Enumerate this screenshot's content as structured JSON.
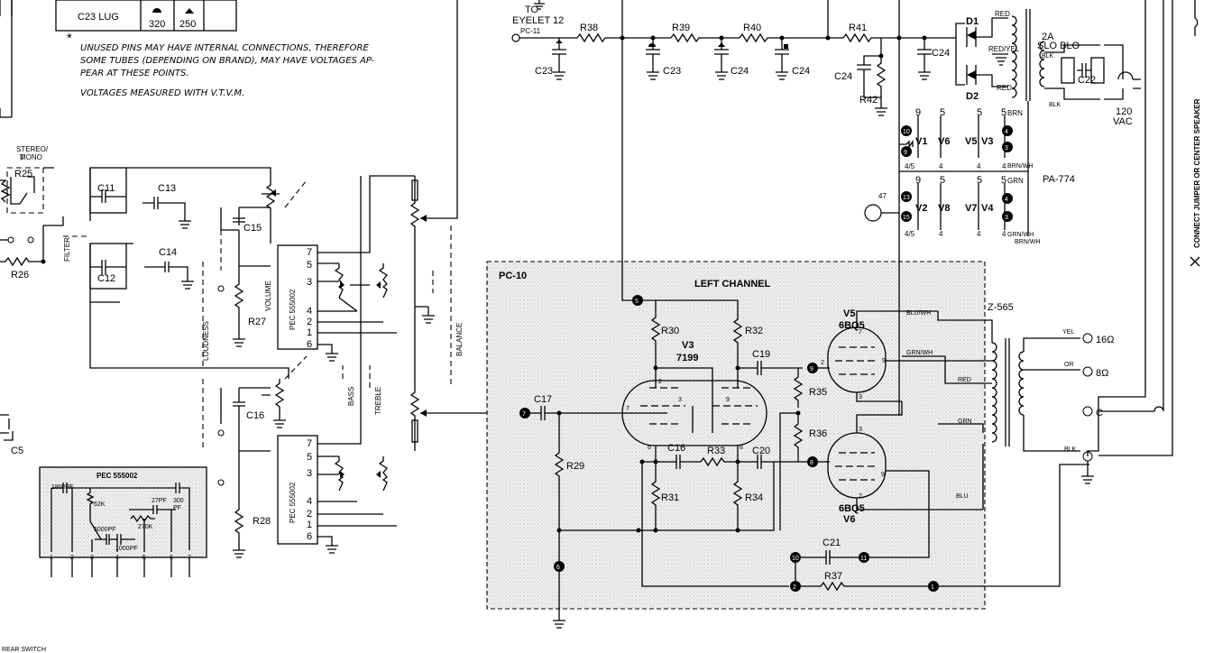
{
  "lug_row": {
    "label": "C23 LUG",
    "val1": "320",
    "val2": "250"
  },
  "notes": {
    "asterisk": "*",
    "line1": "UNUSED PINS MAY HAVE INTERNAL CONNECTIONS, THEREFORE",
    "line2": "SOME TUBES (DEPENDING ON BRAND), MAY HAVE VOLTAGES AP-",
    "line3": "PEAR AT THESE POINTS.",
    "line4": "VOLTAGES MEASURED  WITH V.T.V.M."
  },
  "eyelet": {
    "to": "TO",
    "label": "EYELET 12",
    "pc": "PC-11"
  },
  "power": {
    "R38": "R38",
    "R39": "R39",
    "R40": "R40",
    "R41": "R41",
    "R42": "R42",
    "C23a": "C23",
    "C23b": "C23",
    "C24a": "C24",
    "C24b": "C24",
    "C24c": "C24",
    "C24d": "C24",
    "D1": "D1",
    "D2": "D2",
    "red1": "RED",
    "redyel": "RED/YEL",
    "red2": "RED",
    "fuse_a": "2A",
    "fuse_b": "SLO BLO",
    "blk1": "BLK",
    "blk2": "BLK",
    "C22": "C22",
    "vac1": "120",
    "vac2": "VAC"
  },
  "heaters": {
    "pa": "PA-774",
    "v1": "V1",
    "v6": "V6",
    "v5": "V5",
    "v3": "V3",
    "v2": "V2",
    "v8": "V8",
    "v7": "V7",
    "v4": "V4",
    "p9a": "9",
    "p5a": "5",
    "p5b": "5",
    "p5c": "5",
    "brn": "BRN",
    "p10": "10",
    "p9b": "9",
    "p4a": "4",
    "p3a": "3",
    "p45a": "4/5",
    "p4b": "4",
    "p4c": "4",
    "p4d": "4",
    "brnwh": "BRN/WH",
    "p9c": "9",
    "p5d": "5",
    "p5e": "5",
    "p5f": "5",
    "grn": "GRN",
    "n47": "47",
    "p13": "13",
    "p15": "15",
    "p4e": "4",
    "p3b": "3",
    "p45b": "4/5",
    "p4f": "4",
    "p4g": "4",
    "p4h": "4",
    "grnwh": "GRN/WH"
  },
  "controls": {
    "stereo1": "STEREO/",
    "stereo2": "MONO",
    "stereo_n": "7",
    "R25": "R25",
    "R26": "R26",
    "filter": "FILTER",
    "C11": "C11",
    "C12": "C12",
    "C13": "C13",
    "C14": "C14",
    "C15": "C15",
    "C16": "C16",
    "C5": "C5",
    "volume": "VOLUME",
    "loudness": "LOUDNESS",
    "pec1": "PEC 555002",
    "pec2": "PEC 555002",
    "R27": "R27",
    "R28": "R28",
    "bass": "BASS",
    "treble": "TREBLE",
    "balance": "BALANCE",
    "pins1": [
      "7",
      "5",
      "3",
      "4",
      "2",
      "1",
      "6"
    ],
    "pins2": [
      "7",
      "5",
      "3",
      "4",
      "2",
      "1",
      "6"
    ]
  },
  "inset": {
    "title": "PEC 555002",
    "c1": "1800PF",
    "r1": "62K",
    "c2": "27PF",
    "c3a": "300",
    "c3b": "PF",
    "r2": "270K",
    "c4": "5000PF",
    "c5": "1000PF",
    "pins": [
      "1",
      "2",
      "3",
      "4",
      "5",
      "6",
      "7"
    ]
  },
  "amp": {
    "pc10": "PC-10",
    "title": "LEFT CHANNEL",
    "v3": "V3",
    "v3type": "7199",
    "R29": "R29",
    "R30": "R30",
    "R31": "R31",
    "R32": "R32",
    "R33": "R33",
    "R34": "R34",
    "R35": "R35",
    "R36": "R36",
    "R37": "R37",
    "C16": "C16",
    "C17": "C17",
    "C19": "C19",
    "C20": "C20",
    "C21": "C21",
    "n5": "5",
    "n7": "7",
    "n9": "9",
    "n8": "8",
    "n6": "6",
    "n10": "10",
    "n11": "11",
    "n2": "2",
    "n1": "1",
    "pin3": "3",
    "pin9": "9",
    "pin2": "2",
    "pin7": "7",
    "pin6": "6",
    "pin8": "8",
    "v5": "V5",
    "v5type": "6BQ5",
    "v6": "V6",
    "v6type": "6BQ5",
    "p7a": "7",
    "p9a": "9",
    "p2a": "2",
    "p3a": "3",
    "p3b": "3",
    "p9b": "9",
    "p7b": "7"
  },
  "output": {
    "z": "Z-565",
    "bluwh": "BLU/WH",
    "grnwh": "GRN/WH",
    "red": "RED",
    "grn": "GRN",
    "blu": "BLU",
    "yel": "YEL",
    "or": "OR",
    "blk": "BLK",
    "ohm16": "16Ω",
    "ohm8": "8Ω",
    "c": "C",
    "speaker": "CONNECT JUMPER OR CENTER SPEAKER"
  },
  "footer": "REAR SWITCH"
}
